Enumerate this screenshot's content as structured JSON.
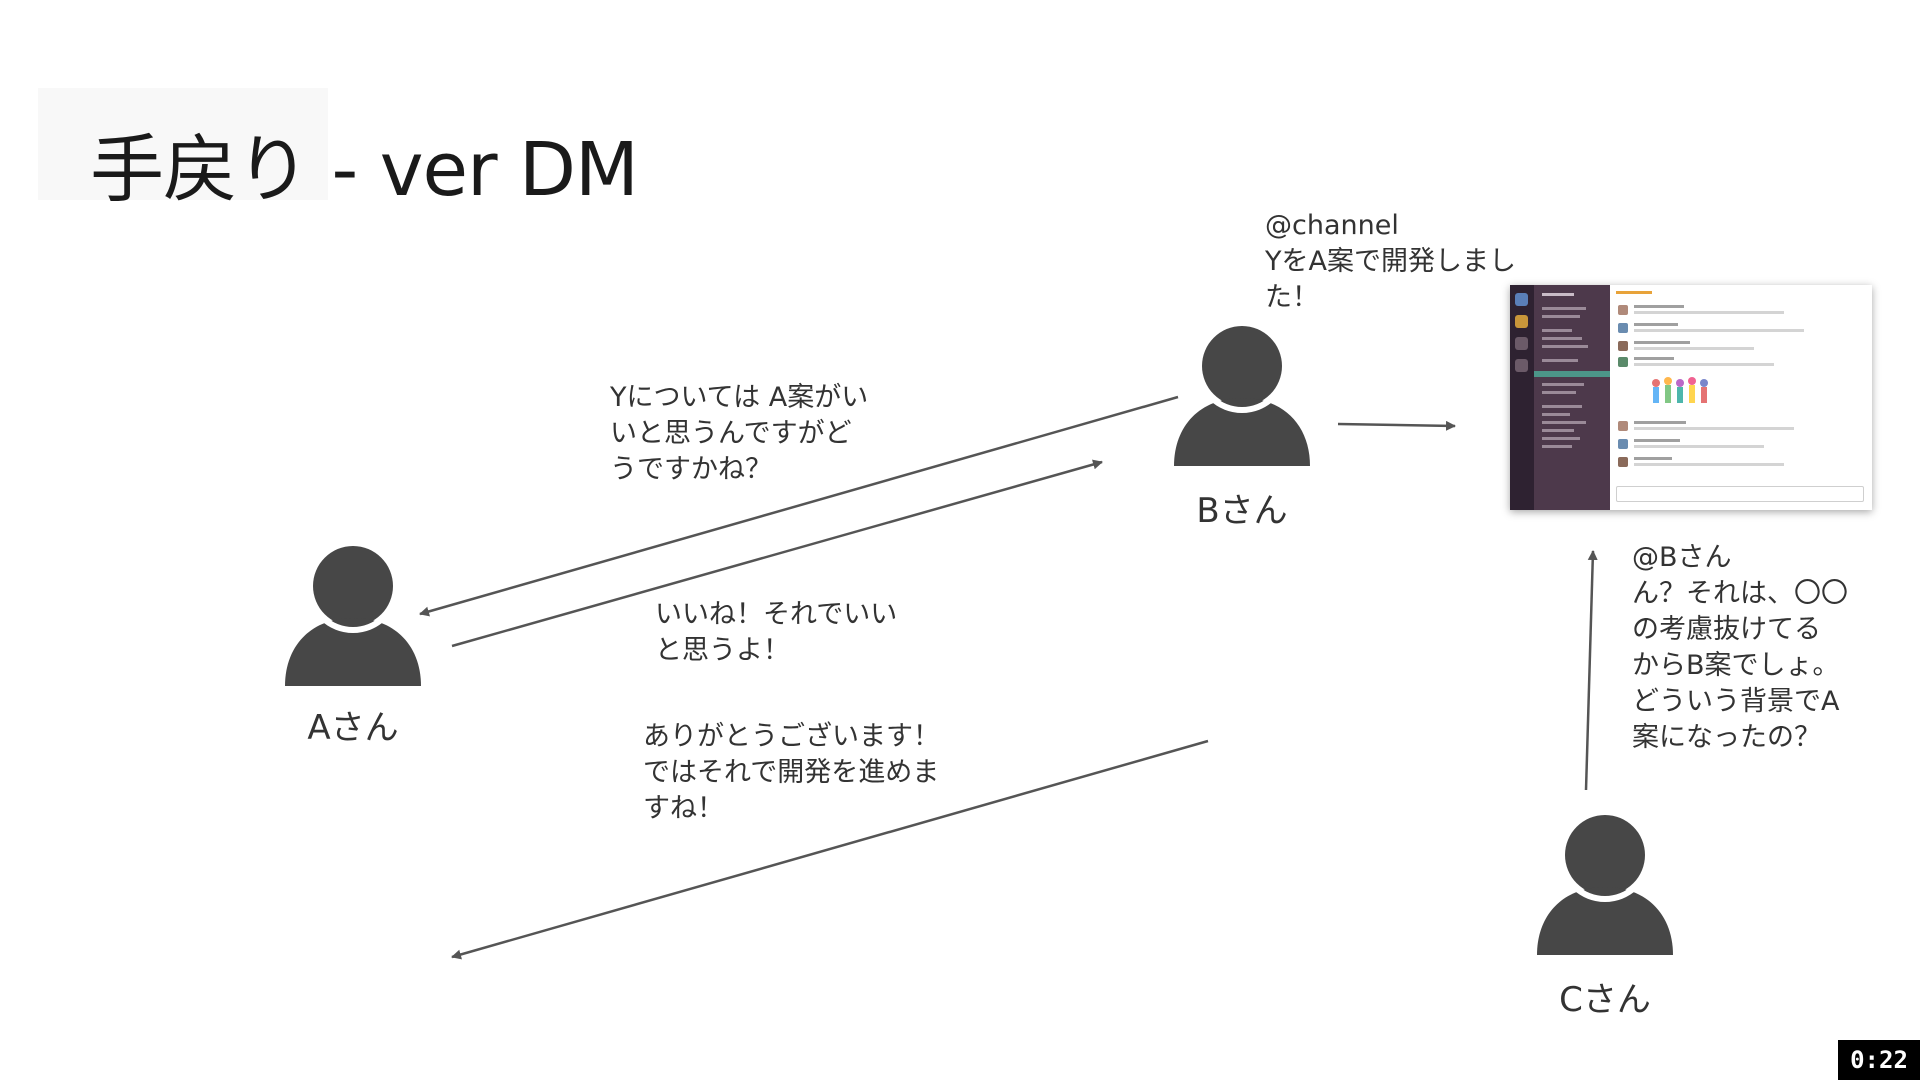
{
  "title": "手戻り - ver DM",
  "people": {
    "a": {
      "label": "Aさん",
      "icon": "person-icon"
    },
    "b": {
      "label": "Bさん",
      "icon": "person-icon"
    },
    "c": {
      "label": "Cさん",
      "icon": "person-icon"
    }
  },
  "messages": {
    "b_to_a": [
      "Yについては A案がい",
      "いと思うんですがど",
      "うですかね？"
    ],
    "a_to_b": [
      "いいね！それでいい",
      "と思うよ！"
    ],
    "b_to_a_final": [
      "ありがとうございます！",
      "ではそれで開発を進めま",
      "すね！"
    ],
    "b_channel": [
      "@channel",
      "YをA案で開発しまし",
      "た！"
    ],
    "c_reply": [
      "@Bさん",
      "ん？それは、〇〇",
      "の考慮抜けてる",
      "からB案でしょ。",
      "どういう背景でA",
      "案になったの？"
    ]
  },
  "screenshot": {
    "icon": "slack-window-thumbnail"
  },
  "timer": "0:22",
  "colors": {
    "person": "#474747",
    "arrow": "#555555",
    "text": "#333333"
  }
}
